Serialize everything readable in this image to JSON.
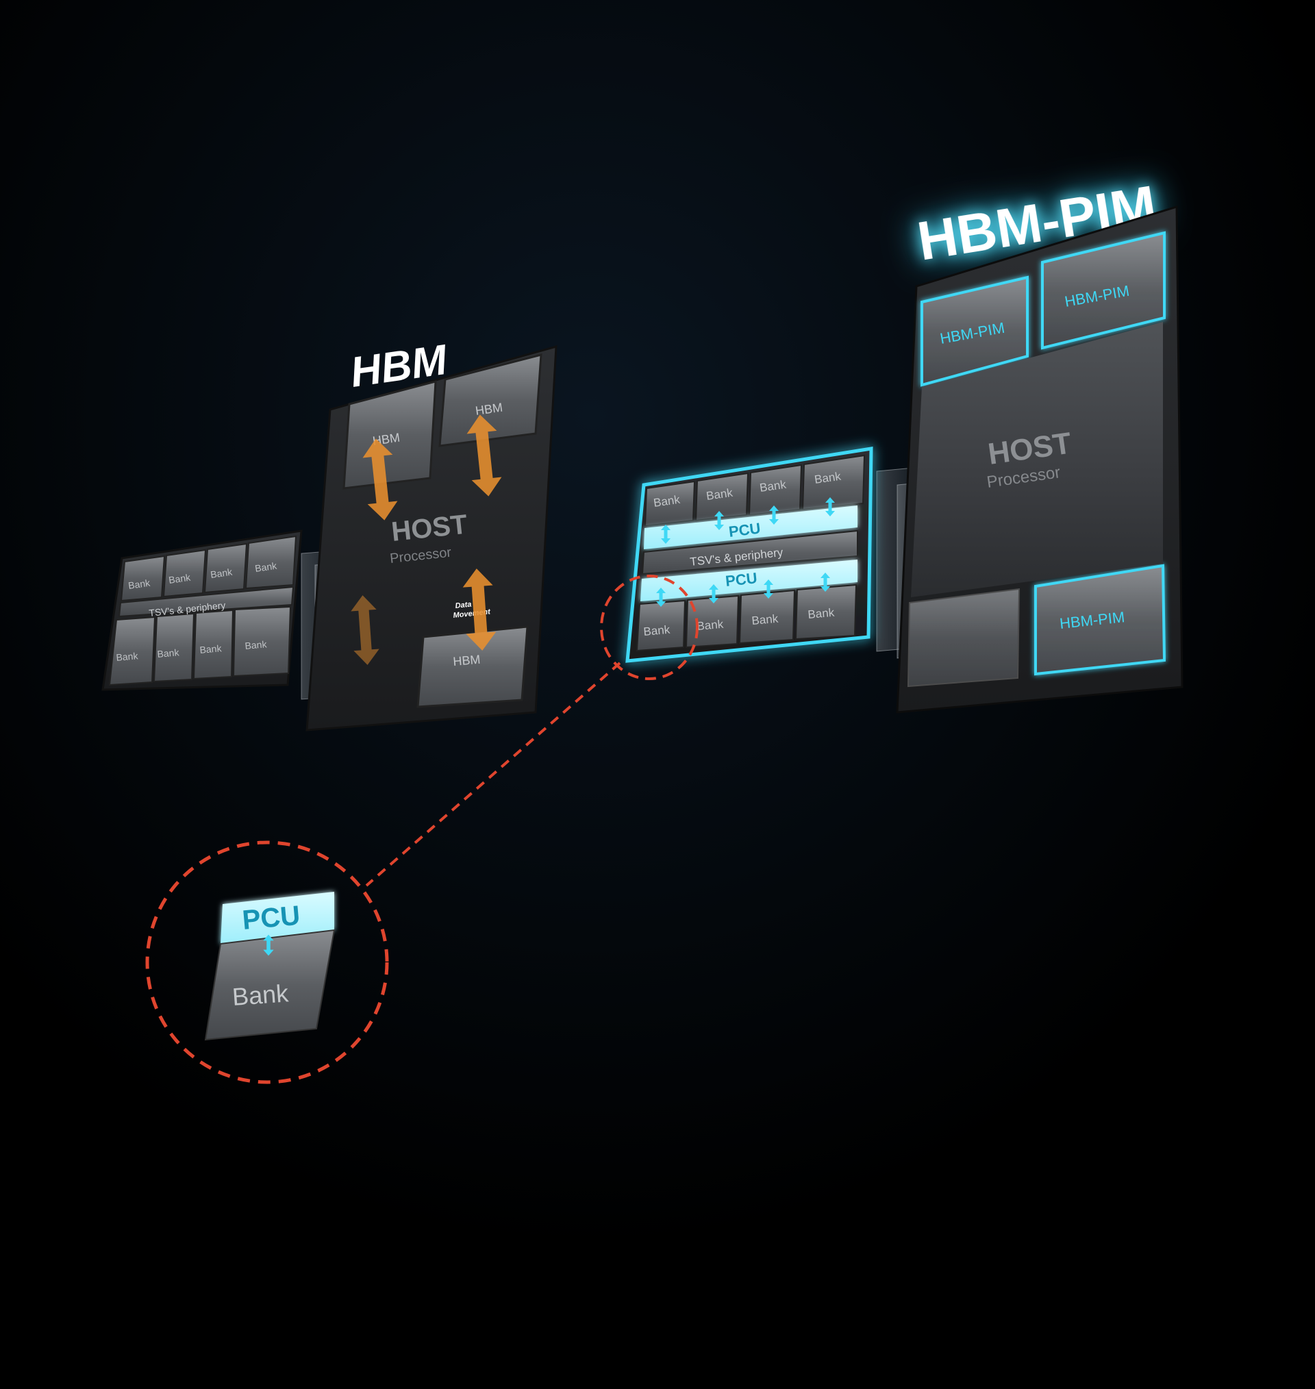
{
  "hbm": {
    "title": "HBM",
    "hbm_block_label": "HBM",
    "host_label": "HOST",
    "processor_label": "Processor",
    "data_movement_line1": "Data",
    "data_movement_line2": "Movement",
    "bank_label": "Bank",
    "tsv_label": "TSV's & periphery"
  },
  "hbm_pim": {
    "title": "HBM-PIM",
    "pim_block_label": "HBM-PIM",
    "host_label": "HOST",
    "processor_label": "Processor",
    "bank_label": "Bank",
    "tsv_label": "TSV's & periphery",
    "pcu_label": "PCU"
  },
  "zoom": {
    "pcu_label": "PCU",
    "bank_label": "Bank"
  },
  "colors": {
    "background": "#000000",
    "accent_cyan": "#3fd8f5",
    "pcu_fill": "#b8f6ff",
    "arrow_orange": "#e8902f",
    "callout_red": "#e0452e"
  }
}
